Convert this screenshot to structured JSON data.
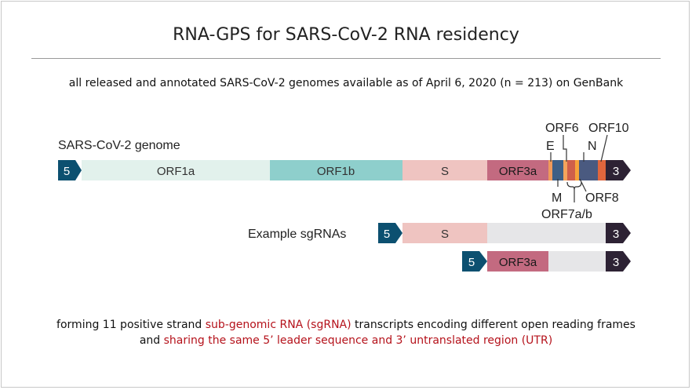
{
  "title": "RNA-GPS for SARS-CoV-2 RNA residency",
  "subtitle": "all released and annotated SARS-CoV-2 genomes available as of April 6, 2020 (n = 213) on GenBank",
  "genome": {
    "label": "SARS-CoV-2 genome",
    "five_prime": "5",
    "three_prime": "3",
    "segments": {
      "orf1a": "ORF1a",
      "orf1b": "ORF1b",
      "s": "S",
      "orf3a": "ORF3a"
    },
    "small_labels": {
      "orf6": "ORF6",
      "e": "E",
      "n": "N",
      "orf10": "ORF10",
      "m": "M",
      "orf8": "ORF8",
      "orf7ab": "ORF7a/b"
    }
  },
  "sgrna": {
    "label": "Example sgRNAs",
    "row1": {
      "five_prime": "5",
      "segment": "S",
      "three_prime": "3"
    },
    "row2": {
      "five_prime": "5",
      "segment": "ORF3a",
      "three_prime": "3"
    }
  },
  "footer": {
    "line1_pre": "forming 11 positive strand ",
    "line1_highlight": "sub-genomic RNA (sgRNA)",
    "line1_post": " transcripts encoding different open reading frames",
    "line2_pre": "and ",
    "line2_highlight": "sharing the same 5’ leader sequence and 3’ untranslated region (UTR)"
  },
  "colors": {
    "five_prime_cap": "#0c5070",
    "three_prime_cap": "#2d2234",
    "orf1a": "#e2f1ec",
    "orf1b": "#8ecfcc",
    "s": "#efc4c1",
    "orf3a": "#c36a80",
    "utr_gray": "#e6e6e8",
    "highlight_red": "#b5121b"
  }
}
